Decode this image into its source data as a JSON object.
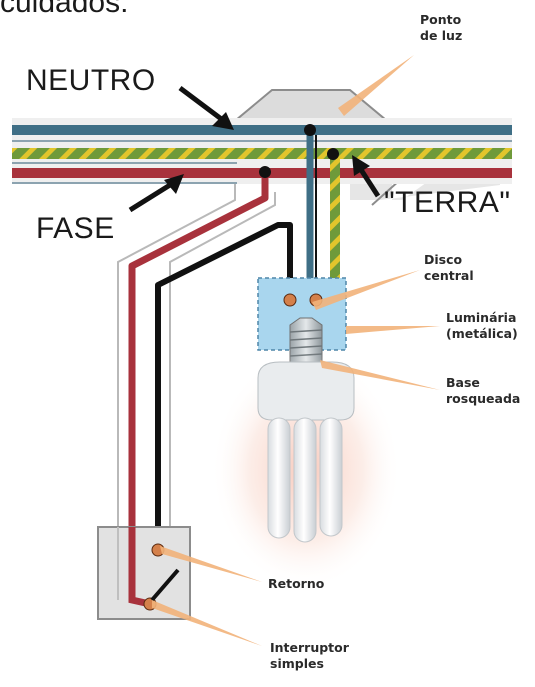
{
  "top_text": "cuidados:",
  "labels": {
    "neutro": "NEUTRO",
    "fase": "FASE",
    "terra": "\"TERRA\"",
    "ponto_luz_1": "Ponto",
    "ponto_luz_2": "de luz",
    "disco_1": "Disco",
    "disco_2": "central",
    "luminaria_1": "Luminária",
    "luminaria_2": "(metálica)",
    "base_1": "Base",
    "base_2": "rosqueada",
    "retorno": "Retorno",
    "interruptor_1": "Interruptor",
    "interruptor_2": "simples"
  },
  "colors": {
    "neutro_wire": "#3f6f86",
    "fase_wire": "#a8323c",
    "terra_wire": "#6f9a3a",
    "terra_stripe": "#e2c52c",
    "retorno_wire": "#111111",
    "box_fill": "#dddddd",
    "luminaria_fill": "#a9d6ee",
    "pointer": "#f2b27a"
  }
}
